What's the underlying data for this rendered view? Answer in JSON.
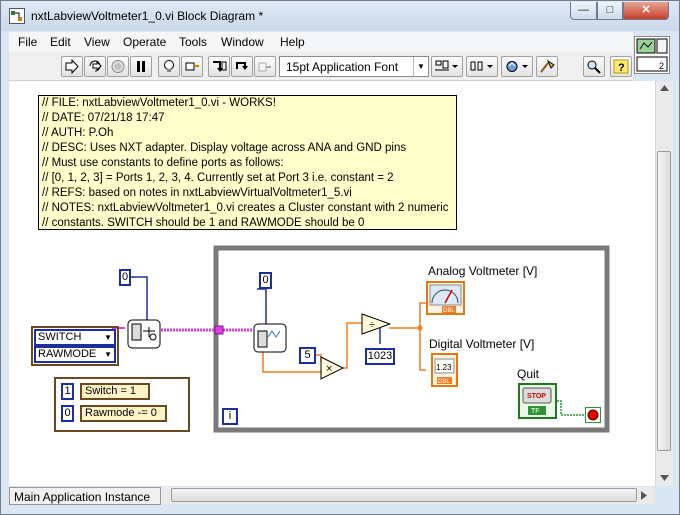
{
  "window": {
    "title": "nxtLabviewVoltmeter1_0.vi Block Diagram *",
    "controls": {
      "minimize": "—",
      "maximize": "□",
      "close": "✕"
    }
  },
  "menu": [
    "File",
    "Edit",
    "View",
    "Operate",
    "Tools",
    "Window",
    "Help"
  ],
  "toolbar": {
    "buttons": [
      "run-arrow-icon",
      "run-continuously-icon",
      "abort-icon",
      "pause-icon",
      "highlight-execution-icon",
      "retain-wire-values-icon",
      "step-into-icon",
      "step-over-icon",
      "step-out-icon",
      "align-objects-icon",
      "distribute-objects-icon",
      "reorder-icon",
      "cleanup-diagram-icon",
      "search-icon",
      "context-help-icon"
    ],
    "font": "15pt Application Font"
  },
  "comment_lines": [
    "// FILE: nxtLabviewVoltmeter1_0.vi - WORKS!",
    "// DATE: 07/21/18 17:47",
    "// AUTH: P.Oh",
    "// DESC: Uses NXT adapter.  Display voltage across ANA and GND pins",
    "// Must use constants to define ports as follows:",
    "// [0, 1, 2, 3] = Ports 1, 2, 3, 4.  Currently set at Port 3 i.e. constant = 2",
    "// REFS: based on notes in nxtLabviewVirtualVoltmeter1_5.vi",
    "// NOTES: nxtLabviewVoltmeter1_0.vi creates a Cluster constant with 2 numeric",
    "// constants.  SWITCH should be 1 and RAWMODE should be 0"
  ],
  "diagram": {
    "const_port_outer": "0",
    "const_port_inner": "0",
    "const_multiplier": "5",
    "const_divisor": "1023",
    "enum_switch": "SWITCH",
    "enum_rawmode": "RAWMODE",
    "legend_one": "1",
    "legend_one_text": "Switch = 1",
    "legend_zero": "0",
    "legend_zero_text": "Rawmode -= 0",
    "analog_label": "Analog Voltmeter [V]",
    "analog_tag": "DBL",
    "digital_label": "Digital Voltmeter [V]",
    "digital_value": "1.23",
    "digital_tag": "DBL",
    "quit_label": "Quit",
    "quit_button": "STOP",
    "quit_tag": "TF",
    "loop_iteration": "i"
  },
  "status": "Main Application Instance",
  "colors": {
    "wire_cluster": "#e23ae6",
    "wire_numeric": "#f07e23",
    "wire_int": "#1c2fa0",
    "wire_bool": "#2c9430",
    "comment_bg": "#ffffcc"
  }
}
